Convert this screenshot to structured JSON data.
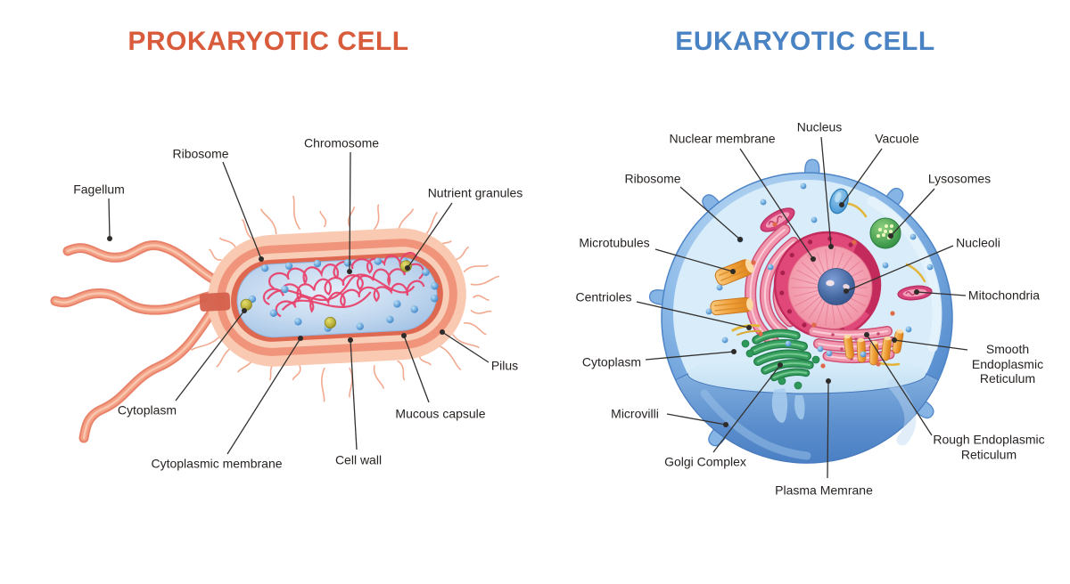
{
  "titles": {
    "prokaryotic": "PROKARYOTIC CELL",
    "eukaryotic": "EUKARYOTIC CELL"
  },
  "prokaryote": {
    "labels": {
      "fagellum": "Fagellum",
      "ribosome": "Ribosome",
      "chromosome": "Chromosome",
      "nutrient_granules": "Nutrient granules",
      "pilus": "Pilus",
      "mucous_capsule": "Mucous capsule",
      "cell_wall": "Cell wall",
      "cytoplasmic_membrane": "Cytoplasmic membrane",
      "cytoplasm": "Cytoplasm"
    }
  },
  "eukaryote": {
    "labels": {
      "nuclear_membrane": "Nuclear membrane",
      "nucleus": "Nucleus",
      "vacuole": "Vacuole",
      "ribosome": "Ribosome",
      "lysosomes": "Lysosomes",
      "microtubules": "Microtubules",
      "nucleoli": "Nucleoli",
      "centrioles": "Centrioles",
      "mitochondria": "Mitochondria",
      "cytoplasm": "Cytoplasm",
      "smooth_endoplasmic_reticulum": "Smooth Endoplasmic Reticulum",
      "microvilli": "Microvilli",
      "rough_endoplasmic_reticulum": "Rough Endoplasmic Reticulum",
      "golgi_complex": "Golgi Complex",
      "plasma_membrane": "Plasma Memrane"
    }
  },
  "colors": {
    "prokaryotic_title": "#d85c3b",
    "eukaryotic_title": "#4a83c3",
    "leader_line": "#33302e",
    "mucous_capsule": "#f9c9b1",
    "cell_wall": "#f0947b",
    "cytoplasmic_membrane": "#de6850",
    "cytoplasm_fill": "#c3d8ef",
    "chromosome": "#e8416b",
    "flagella": "#f2957c",
    "nutrient_granule": "#b4ac35",
    "ribosome_dot": "#5e9fd8",
    "sphere_blue": "#6fa3dc",
    "interior_blue": "#d8ecfa",
    "nucleus_ring": "#e0487a",
    "nucleus_inner": "#f29cae",
    "nucleolus_blue": "#44669f",
    "er_pink": "#ee7d9b",
    "golgi_green": "#2e9858",
    "organelle_orange": "#ee9d33",
    "lysosome_green": "#3f9a4c",
    "vacuole_blue": "#58a2dc",
    "mitochondria_pink": "#d8447c",
    "yellow_thread": "#e3b53a"
  }
}
